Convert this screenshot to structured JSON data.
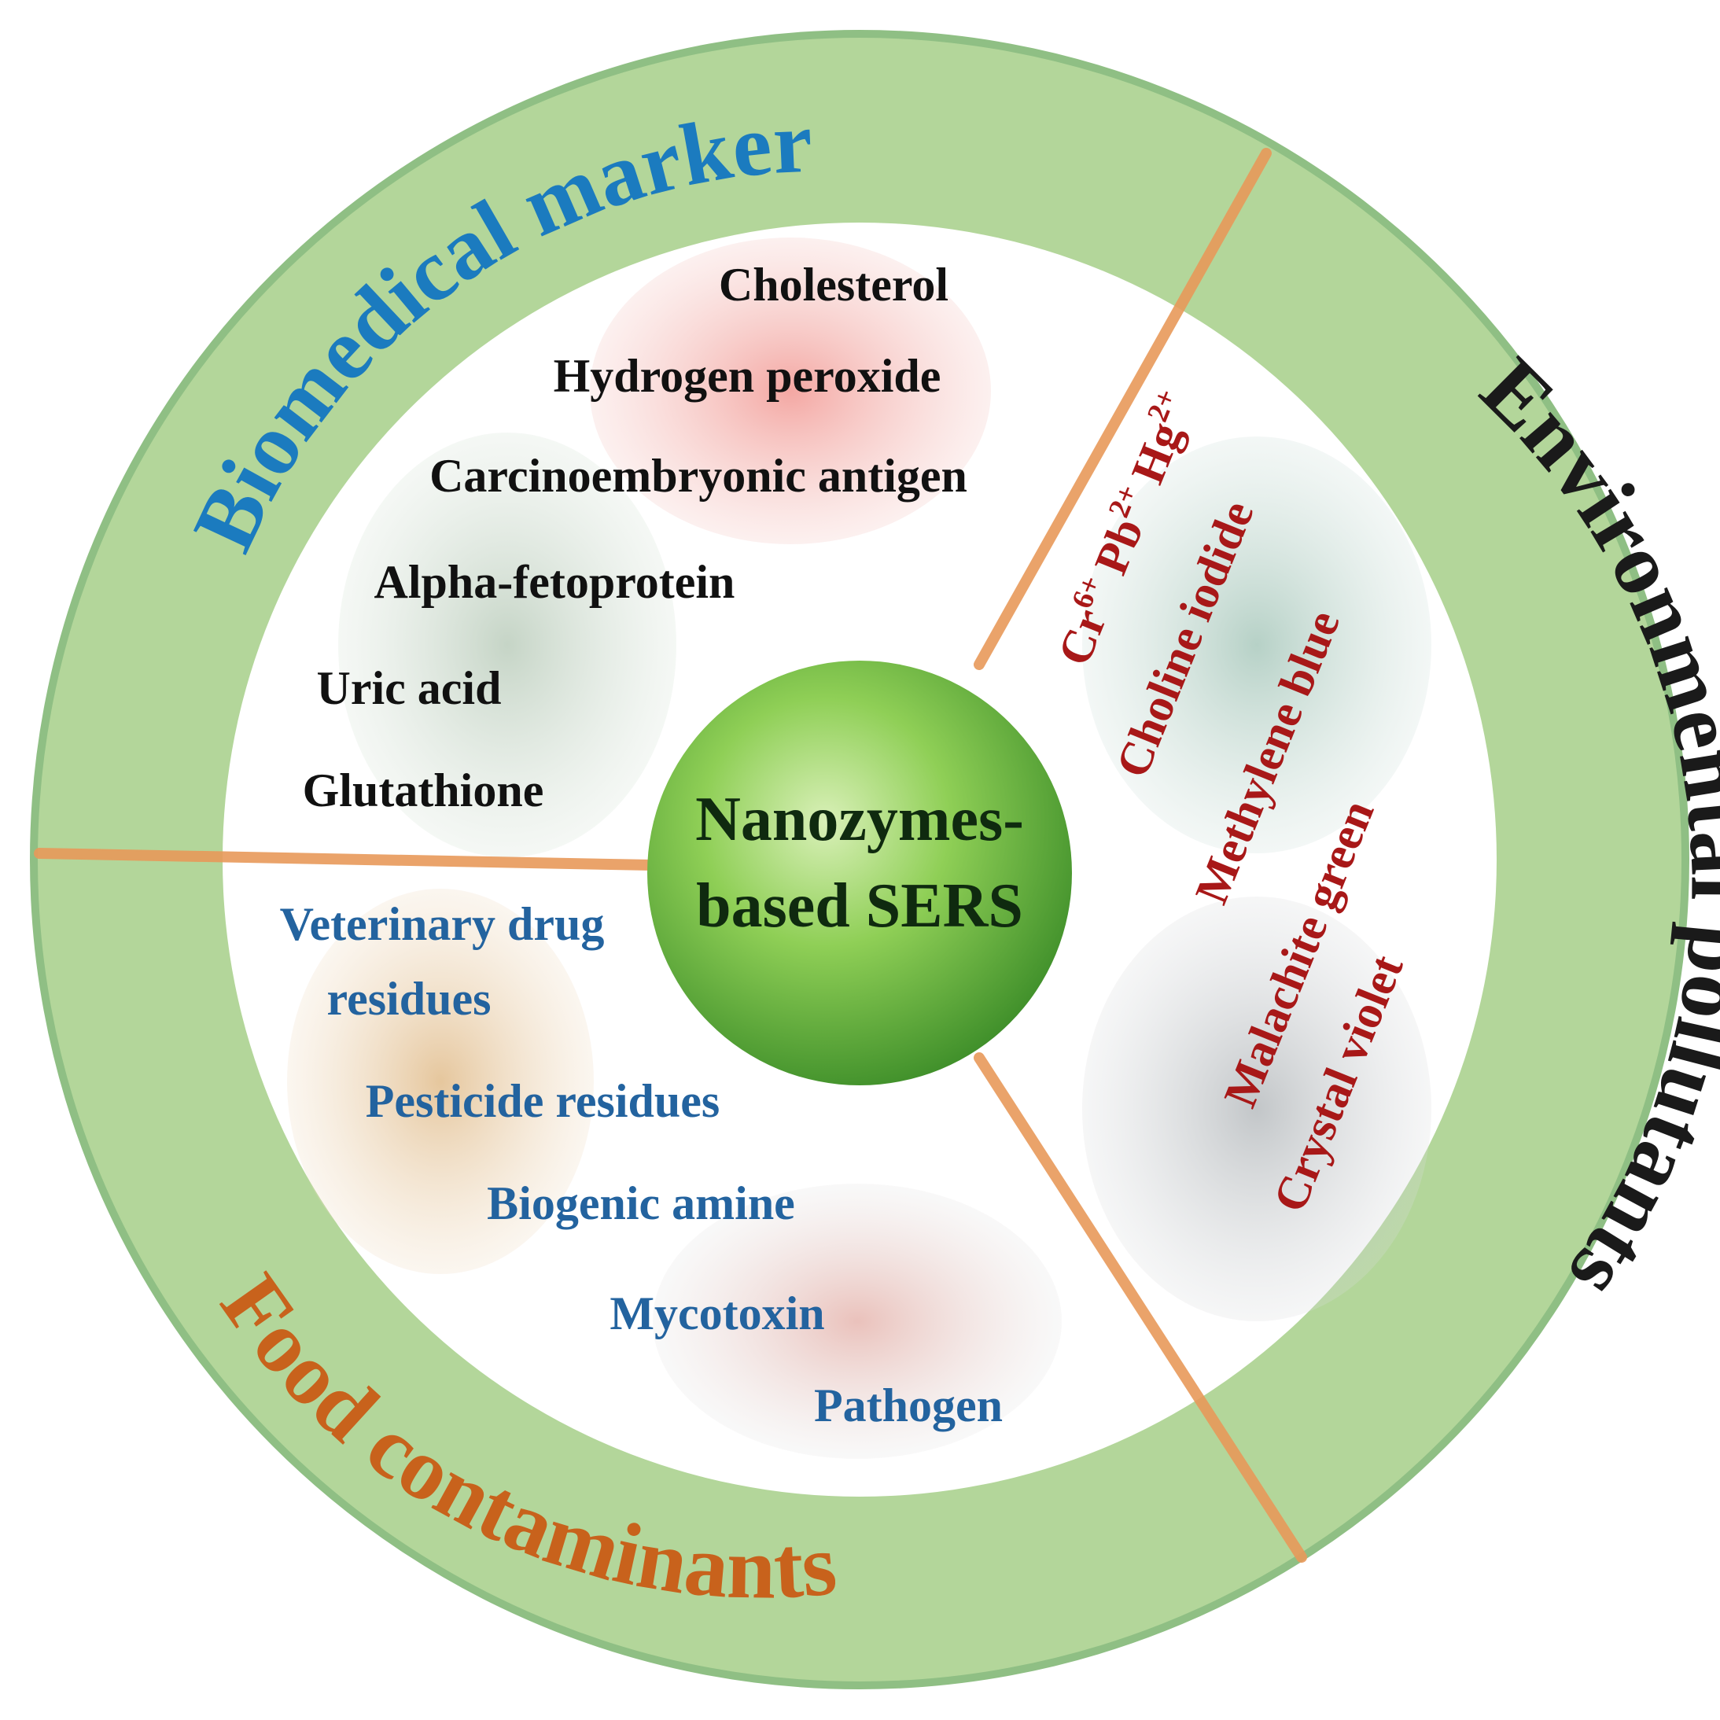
{
  "center": {
    "line1": "Nanozymes-",
    "line2": "based SERS"
  },
  "sections": {
    "biomedical": {
      "title": "Biomedical marker",
      "items": [
        "Cholesterol",
        "Hydrogen peroxide",
        "Carcinoembryonic antigen",
        "Alpha-fetoprotein",
        "Uric acid",
        "Glutathione"
      ]
    },
    "environmental": {
      "title": "Environmental pollutants",
      "ions": {
        "cr": "Cr",
        "cr_charge": "6+",
        "pb": "Pb",
        "pb_charge": "2+",
        "hg": "Hg",
        "hg_charge": "2+"
      },
      "items": [
        "Choline iodide",
        "Methylene blue",
        "Malachite green",
        "Crystal violet"
      ]
    },
    "food": {
      "title": "Food contaminants",
      "items": [
        "Veterinary drug",
        "residues",
        "Pesticide residues",
        "Biogenic amine",
        "Mycotoxin",
        "Pathogen"
      ]
    }
  },
  "colors": {
    "ring": "#b3d69a",
    "ring_edge": "#8fbf84",
    "divider": "#e89a5a",
    "biomedical_title": "#1b7bbf",
    "environmental_title": "#1a1a1a",
    "food_title": "#c8621c",
    "biomedical_items": "#111111",
    "environmental_items": "#a81818",
    "food_items": "#23639f",
    "center_text": "#0f2a0f"
  }
}
